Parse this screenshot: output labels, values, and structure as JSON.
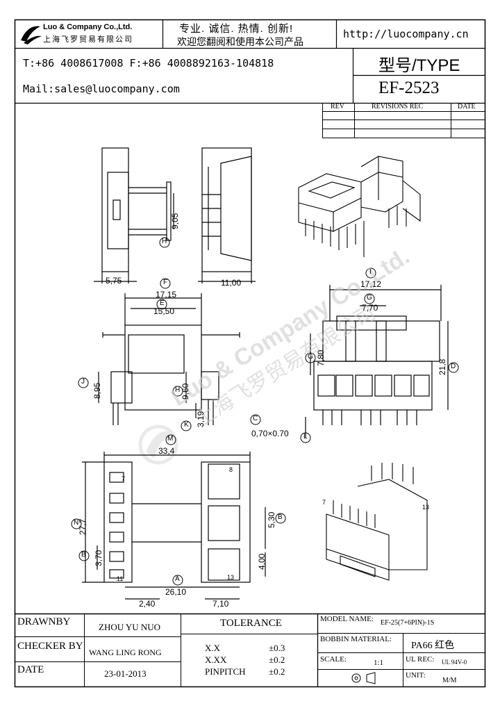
{
  "header": {
    "company_en": "Luo & Company Co.,Ltd.",
    "company_cn": "上海飞罗贸易有限公司",
    "slogan_line1": "专业. 诚信. 热情. 创新!",
    "slogan_line2": "欢迎您翻阅和使用本公司产品",
    "website": "http://luocompany.cn",
    "phone_fax": "T:+86 4008617008 F:+86 4008892163-104818",
    "mail": "Mail:sales@luocompany.com",
    "type_label": "型号/TYPE",
    "model_code": "EF-2523"
  },
  "revisions": {
    "col_rev": "REV",
    "col_rec": "REVISIONS REC",
    "col_date": "DATE"
  },
  "watermark": {
    "text_en": "Luo & Company Co.,Ltd.",
    "text_cn": "上海飞罗贸易有限公司"
  },
  "dimensions": {
    "d_575": "5,75",
    "d_1100": "11,00",
    "d_905": "9,05",
    "d_1715": "17,15",
    "d_1550": "15,50",
    "d_895": "8,95",
    "d_960": "9,60",
    "d_319": "3,19",
    "d_pin": "0,70×0.70",
    "d_1712": "17,12",
    "d_770": "7,70",
    "d_780": "7,80",
    "d_218": "21,8",
    "d_334": "33,4",
    "d_277": "27,7",
    "d_370": "3,70",
    "d_2610": "26,10",
    "d_240": "2,40",
    "d_710": "7,10",
    "d_530": "5,30",
    "d_400": "4,00",
    "pin_7": "7",
    "pin_8": "8",
    "pin_11": "11",
    "pin_13": "13"
  },
  "labels": {
    "A": "A",
    "B": "B",
    "C": "C",
    "D": "D",
    "E": "E",
    "F": "F",
    "G": "G",
    "H": "H",
    "I": "I",
    "J": "J",
    "K": "K",
    "L": "L",
    "M": "M",
    "N": "N"
  },
  "title_block": {
    "drawnby_label": "DRAWNBY",
    "drawnby_value": "ZHOU YU NUO",
    "checker_label": "CHECKER BY",
    "checker_value": "WANG LING RONG",
    "date_label": "DATE",
    "date_value": "23-01-2013",
    "tolerance_label": "TOLERANCE",
    "tol_xx": "X.X",
    "tol_xx_val": "±0.3",
    "tol_xxx": "X.XX",
    "tol_xxx_val": "±0.2",
    "tol_pin": "PINPITCH",
    "tol_pin_val": "±0.2",
    "model_name_label": "MODEL NAME:",
    "model_name_value": "EF-25(7+6PIN)-1S",
    "bobbin_label": "BOBBIN MATERIAL:",
    "bobbin_value": "PA66 红色",
    "scale_label": "SCALE:",
    "scale_value": "1:1",
    "ulrec_label": "UL REC:",
    "ulrec_value": "UL 94V-0",
    "unit_label": "UNIT:",
    "unit_value": "M/M"
  }
}
